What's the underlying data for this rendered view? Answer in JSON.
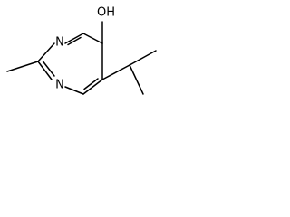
{
  "molecule": {
    "atoms": {
      "hydroxyl": "OH",
      "n_top": "N",
      "n_bottom": "N"
    }
  },
  "colors": {
    "bond": "#000000",
    "background": "#ffffff"
  }
}
